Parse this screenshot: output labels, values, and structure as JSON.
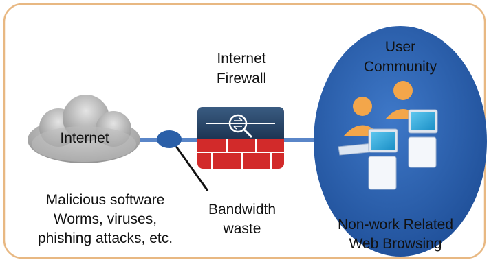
{
  "colors": {
    "frame_border": "#e8b882",
    "link_line": "#5a86c8",
    "node_dot": "#2a5fa8",
    "cloud": "#a9a9a9",
    "community_circle": "#2f63b4",
    "firewall_top": "#2b4a6e",
    "firewall_bricks": "#d22a2a",
    "user_figure": "#f3a64a",
    "monitor_screen": "#29a7dc"
  },
  "internet": {
    "label": "Internet",
    "icon": "cloud-icon"
  },
  "firewall": {
    "title_line1": "Internet",
    "title_line2": "Firewall",
    "icon": "firewall-icon"
  },
  "community": {
    "title_line1": "User",
    "title_line2": "Community",
    "icon": "user-workstation-icon"
  },
  "threats": {
    "line1": "Malicious software",
    "line2": "Worms, viruses,",
    "line3": "phishing attacks, etc."
  },
  "bandwidth": {
    "line1": "Bandwidth",
    "line2": "waste"
  },
  "browsing": {
    "line1": "Non-work Related",
    "line2": "Web Browsing"
  }
}
